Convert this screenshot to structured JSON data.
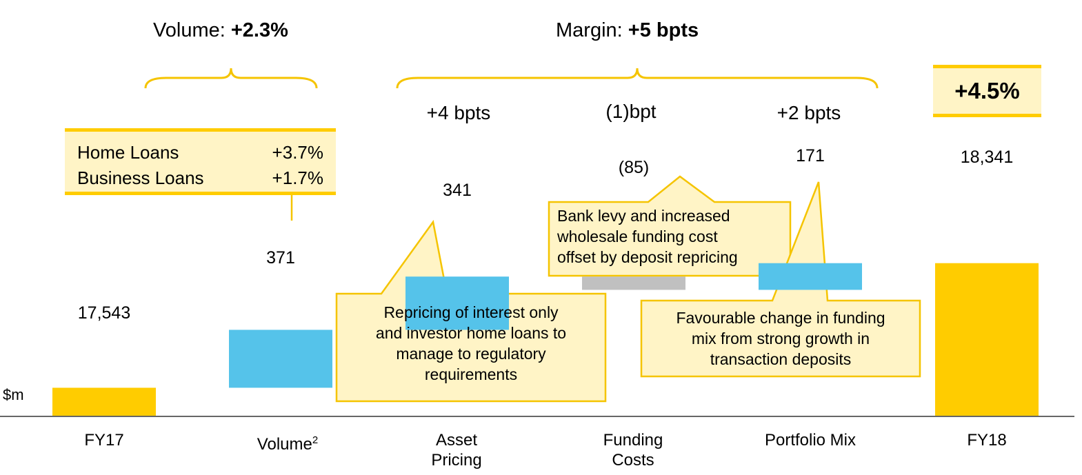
{
  "chart_data": {
    "type": "bar",
    "subtype": "waterfall",
    "unit_label": "$m",
    "categories": [
      "FY17",
      "Volume",
      "Asset Pricing",
      "Funding Costs",
      "Portfolio Mix",
      "FY18"
    ],
    "category_sup": [
      "",
      "2",
      "",
      "",
      "",
      ""
    ],
    "values": [
      17543,
      371,
      341,
      -85,
      171,
      18341
    ],
    "value_labels": [
      "17,543",
      "371",
      "341",
      "(85)",
      "171",
      "18,341"
    ],
    "bar_kind": [
      "total",
      "delta",
      "delta",
      "delta",
      "delta",
      "total"
    ],
    "group_headers": [
      {
        "label": "Volume:",
        "value": "+2.3%"
      },
      {
        "label": "Margin:",
        "value": "+5 bpts"
      }
    ],
    "margin_bpts": [
      "+4 bpts",
      "(1)bpt",
      "+2 bpts"
    ],
    "volume_mix": [
      {
        "label": "Home Loans",
        "value": "+3.7%"
      },
      {
        "label": "Business Loans",
        "value": "+1.7%"
      }
    ],
    "total_change": "+4.5%",
    "callouts": [
      {
        "text": [
          "Repricing of interest only",
          "and investor home loans to",
          "manage to regulatory",
          "requirements"
        ]
      },
      {
        "text": [
          "Bank levy and increased",
          "wholesale funding cost",
          "offset by deposit repricing"
        ]
      },
      {
        "text": [
          "Favourable change in funding",
          "mix from strong growth in",
          "transaction deposits"
        ]
      }
    ]
  },
  "colors": {
    "total": "#ffcc00",
    "increase": "#55c3ea",
    "decrease": "#c0c0c0",
    "callout_fill": "#fff4c6",
    "callout_stroke": "#f5c400"
  }
}
